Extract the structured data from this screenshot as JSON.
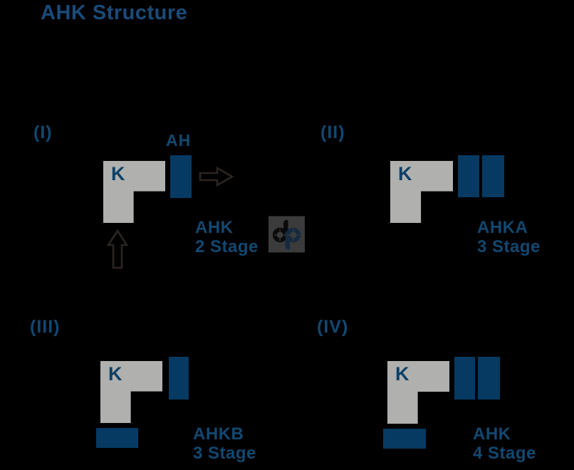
{
  "title": "AHK Structure",
  "colors": {
    "background": "#000000",
    "title_navy": "#1a4b79",
    "text_navy": "#124870",
    "k_navy": "#0d4067",
    "bar_navy": "#063a62",
    "gray": "#b0b0ae",
    "arrow_outline": "#2b2522",
    "logo_bg": "#3b3b3b",
    "logo_d": "#0a0a0a",
    "logo_p": "#152a40"
  },
  "logo": {
    "label": "dp"
  },
  "panels": [
    {
      "numeral": "(I)",
      "compressor_label": "K",
      "ah_label": "AH",
      "name": "AHK",
      "stage": "2 Stage",
      "vertical_bars": 1,
      "horizontal_bar": false
    },
    {
      "numeral": "(II)",
      "compressor_label": "K",
      "name": "AHKA",
      "stage": "3 Stage",
      "vertical_bars": 2,
      "horizontal_bar": false
    },
    {
      "numeral": "(III)",
      "compressor_label": "K",
      "name": "AHKB",
      "stage": "3 Stage",
      "vertical_bars": 1,
      "horizontal_bar": true
    },
    {
      "numeral": "(IV)",
      "compressor_label": "K",
      "name": "AHK",
      "stage": "4 Stage",
      "vertical_bars": 2,
      "horizontal_bar": true
    }
  ]
}
